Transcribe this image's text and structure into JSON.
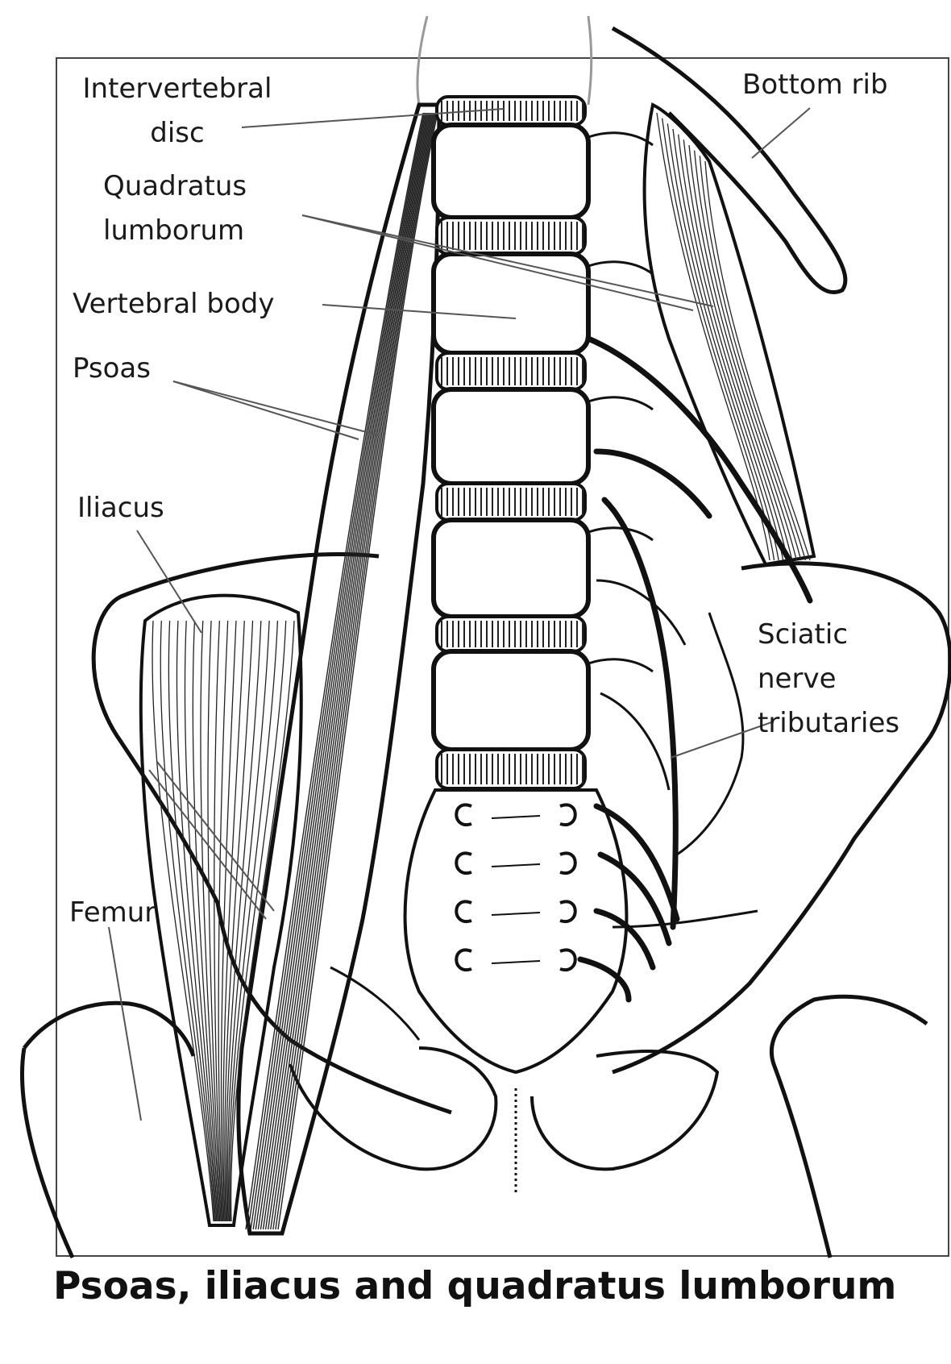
{
  "labels": {
    "intervertebral_disc": "Intervertebral\ndisc",
    "bottom_rib": "Bottom rib",
    "quadratus_lumborum": "Quadratus\nlumborum",
    "vertebral_body": "Vertebral body",
    "psoas": "Psoas",
    "iliacus": "Iliacus",
    "sciatic_nerve_tributaries": "Sciatic\nnerve\ntributaries",
    "femur": "Femur"
  },
  "caption": "Psoas, iliacus and quadratus lumborum"
}
